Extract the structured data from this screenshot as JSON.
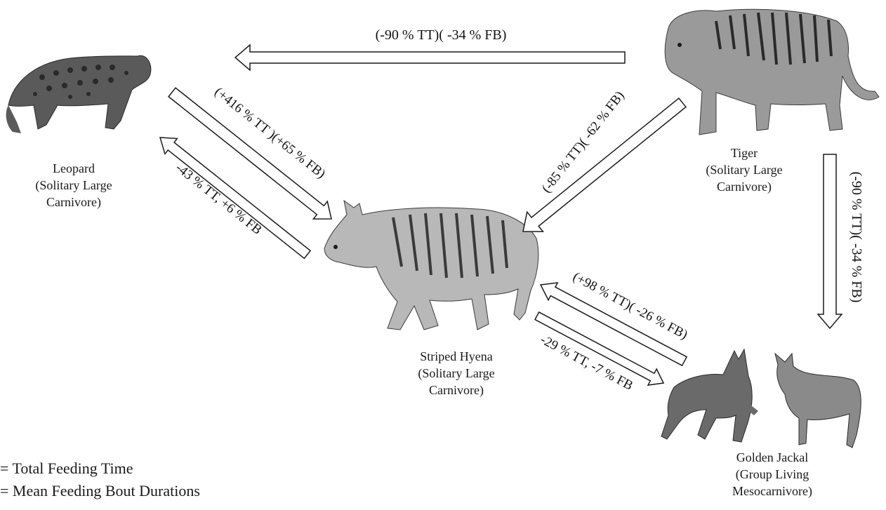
{
  "animals": {
    "leopard": {
      "name": "Leopard",
      "desc_line1": "(Solitary Large",
      "desc_line2": "Carnivore)"
    },
    "tiger": {
      "name": "Tiger",
      "desc_line1": "(Solitary Large",
      "desc_line2": "Carnivore)"
    },
    "hyena": {
      "name": "Striped Hyena",
      "desc_line1": "(Solitary Large",
      "desc_line2": "Carnivore)"
    },
    "jackal": {
      "name": "Golden Jackal",
      "desc_line1": "(Group Living",
      "desc_line2": "Mesocarnivore)"
    }
  },
  "arrows": {
    "tiger_to_leopard": "(-90 % TT)( -34 % FB)",
    "tiger_to_hyena": "(-85 % TT)( -62 % FB)",
    "tiger_to_jackal": "(-90 % TT)( -34 % FB)",
    "leopard_to_hyena": "(+416 % TT )(+65 % FB)",
    "hyena_to_leopard": "-43 % TT, +6 % FB",
    "jackal_to_hyena": "(+98 % TT)( -26 % FB)",
    "hyena_to_jackal": "-29 % TT, -7 % FB"
  },
  "legend": {
    "tt": "= Total Feeding Time",
    "fb": "= Mean Feeding Bout Durations"
  },
  "colors": {
    "arrow_stroke": "#1a1a1a",
    "arrow_fill": "#ffffff",
    "animal_fill": "#6b6b6b"
  }
}
